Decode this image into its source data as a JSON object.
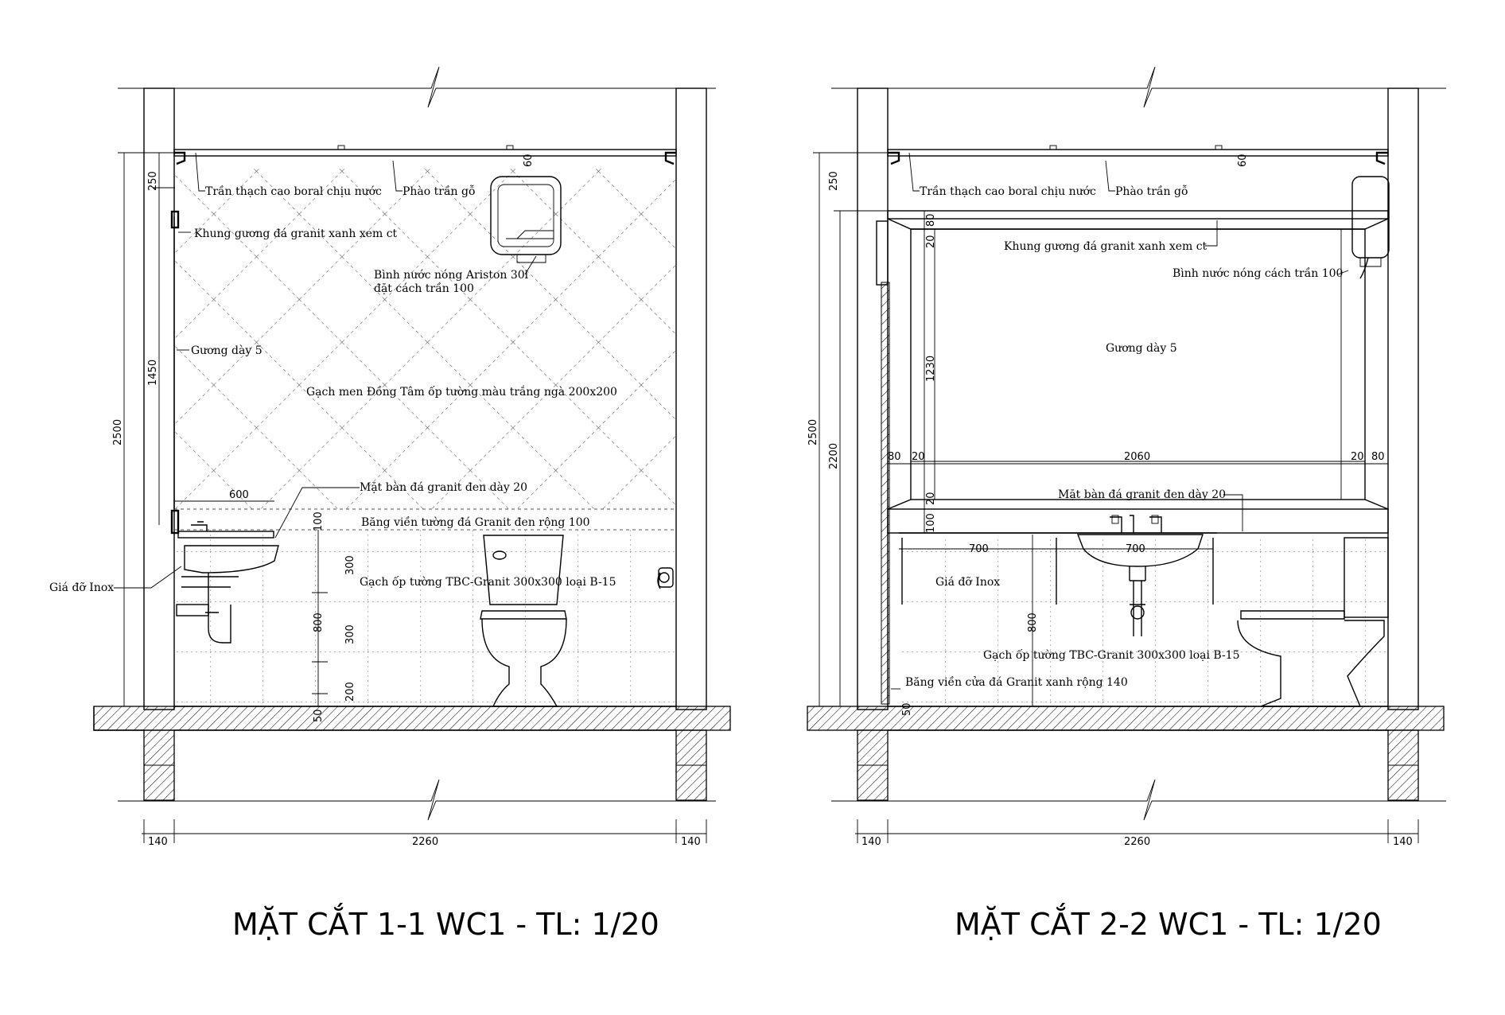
{
  "section_1": {
    "title": "MẶT CẮT 1-1 WC1 - TL: 1/20",
    "notes": {
      "ceiling": "Trần thạch cao boral chịu nước",
      "cornice": "Phào trần gỗ",
      "mirror_frame": "Khung gương đá granit xanh xem ct",
      "heater_1": "Bình nước nóng Ariston 30l",
      "heater_2": "đặt cách trần 100",
      "mirror": "Gương dày 5",
      "wall_tile": "Gạch men Đồng Tâm ốp tường màu trắng ngà 200x200",
      "counter": "Mặt bàn đá granit đen dày 20",
      "border": "Băng viền tường đá Granit đen rộng 100",
      "bracket": "Giá đỡ Inox",
      "lower_tile": "Gạch ốp tường TBC-Granit 300x300 loại B-15"
    },
    "dims": {
      "d2500": "2500",
      "d250": "250",
      "d1450": "1450",
      "d800": "800",
      "d600": "600",
      "d100": "100",
      "d300a": "300",
      "d300b": "300",
      "d200": "200",
      "d50": "50",
      "d60": "60",
      "d140l": "140",
      "d2260": "2260",
      "d140r": "140"
    }
  },
  "section_2": {
    "title": "MẶT CẮT 2-2 WC1 - TL: 1/20",
    "notes": {
      "ceiling": "Trần thạch cao boral chịu nước",
      "cornice": "Phào trần gỗ",
      "mirror_frame": "Khung gương đá granit xanh xem ct",
      "heater": "Bình nước nóng cách trần 100",
      "mirror": "Gương dày 5",
      "counter": "Mặt bàn đá granit đen dày 20",
      "bracket": "Giá đỡ Inox",
      "lower_tile": "Gạch ốp tường TBC-Granit 300x300 loại B-15",
      "door_border": "Băng viền cửa đá Granit xanh rộng 140"
    },
    "dims": {
      "d2500": "2500",
      "d2200": "2200",
      "d250": "250",
      "d80a": "80",
      "d20a": "20",
      "d1230": "1230",
      "d20b": "20",
      "d100": "100",
      "d800": "800",
      "d50": "50",
      "d60": "60",
      "d80l": "80",
      "d20l": "20",
      "d2060": "2060",
      "d20r": "20",
      "d80r": "80",
      "d700a": "700",
      "d700b": "700",
      "d140l": "140",
      "d2260": "2260",
      "d140r": "140"
    }
  }
}
